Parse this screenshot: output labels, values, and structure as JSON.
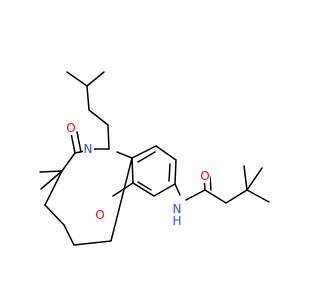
{
  "molecule": {
    "atoms": {
      "oxygen_carbonyl_ring": {
        "label": "O",
        "color": "#ff0d0d"
      },
      "nitrogen_ring": {
        "label": "N",
        "color": "#3050f8"
      },
      "oxygen_ring_ether": {
        "label": "O",
        "color": "#ff0d0d"
      },
      "nitrogen_amide": {
        "label": "N",
        "color": "#3050f8"
      },
      "hydrogen_amide": {
        "label": "H",
        "color": "#3050f8"
      },
      "oxygen_carbonyl_amide": {
        "label": "O",
        "color": "#ff0d0d"
      }
    },
    "bond_color": "#000000"
  }
}
